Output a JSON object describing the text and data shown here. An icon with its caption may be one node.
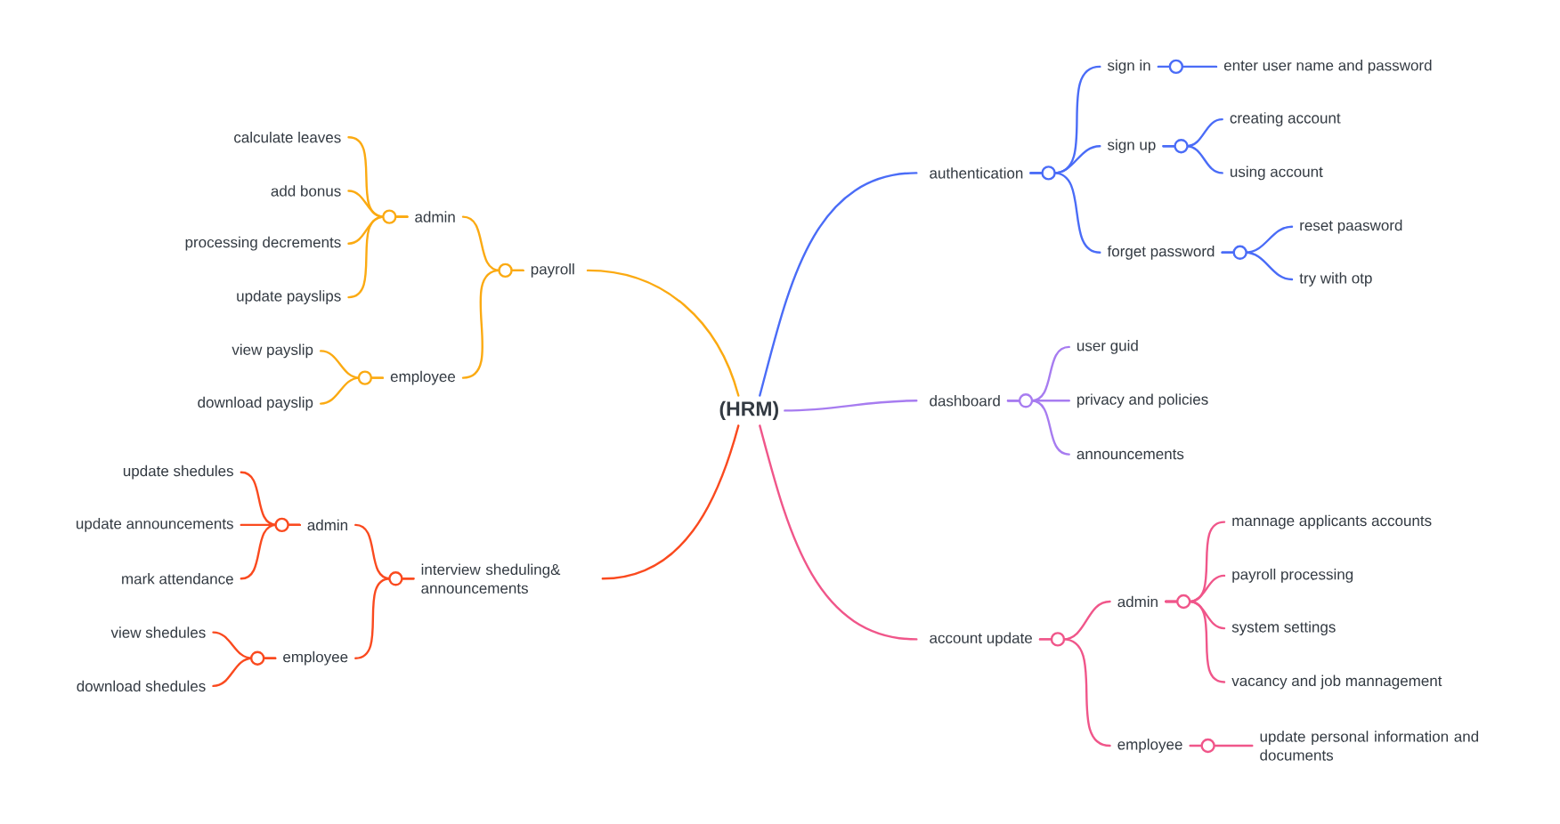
{
  "diagram": {
    "nodes": [
      {
        "text": [
          "(HRM)"
        ]
      },
      {
        "text": [
          "authentication"
        ]
      },
      {
        "text": [
          "sign in"
        ]
      },
      {
        "text": [
          "enter user name and password"
        ]
      },
      {
        "text": [
          "sign up"
        ]
      },
      {
        "text": [
          "creating account"
        ]
      },
      {
        "text": [
          "using account"
        ]
      },
      {
        "text": [
          "forget password"
        ]
      },
      {
        "text": [
          "reset paasword"
        ]
      },
      {
        "text": [
          "try with otp"
        ]
      },
      {
        "text": [
          "dashboard"
        ]
      },
      {
        "text": [
          "user guid"
        ]
      },
      {
        "text": [
          "privacy and policies"
        ]
      },
      {
        "text": [
          "announcements"
        ]
      },
      {
        "text": [
          "account update"
        ]
      },
      {
        "text": [
          "admin"
        ]
      },
      {
        "text": [
          "mannage applicants accounts"
        ]
      },
      {
        "text": [
          "payroll processing"
        ]
      },
      {
        "text": [
          "system settings"
        ]
      },
      {
        "text": [
          "vacancy and job mannagement"
        ]
      },
      {
        "text": [
          "employee"
        ]
      },
      {
        "text": [
          "update personal information and documents"
        ]
      },
      {
        "text": [
          "payroll"
        ]
      },
      {
        "text": [
          "admin"
        ]
      },
      {
        "text": [
          "calculate leaves"
        ]
      },
      {
        "text": [
          "add bonus"
        ]
      },
      {
        "text": [
          "processing decrements"
        ]
      },
      {
        "text": [
          "update payslips"
        ]
      },
      {
        "text": [
          "employee"
        ]
      },
      {
        "text": [
          "view payslip"
        ]
      },
      {
        "text": [
          "download payslip"
        ]
      },
      {
        "text": [
          "interview sheduling& announcements"
        ]
      },
      {
        "text": [
          "admin"
        ]
      },
      {
        "text": [
          "update shedules"
        ]
      },
      {
        "text": [
          "update announcements"
        ]
      },
      {
        "text": [
          "mark attendance"
        ]
      },
      {
        "text": [
          "employee"
        ]
      },
      {
        "text": [
          "view shedules"
        ]
      },
      {
        "text": [
          "download shedules"
        ]
      }
    ],
    "edges": [
      {
        "from": 0,
        "to": 1,
        "arrow": "none",
        "color": "#4a6cf7"
      },
      {
        "from": 1,
        "to": 2,
        "arrow": "none",
        "color": "#4a6cf7"
      },
      {
        "from": 2,
        "to": 3,
        "arrow": "none",
        "color": "#4a6cf7"
      },
      {
        "from": 1,
        "to": 4,
        "arrow": "none",
        "color": "#4a6cf7"
      },
      {
        "from": 4,
        "to": 5,
        "arrow": "none",
        "color": "#4a6cf7"
      },
      {
        "from": 4,
        "to": 6,
        "arrow": "none",
        "color": "#4a6cf7"
      },
      {
        "from": 1,
        "to": 7,
        "arrow": "none",
        "color": "#4a6cf7"
      },
      {
        "from": 7,
        "to": 8,
        "arrow": "none",
        "color": "#4a6cf7"
      },
      {
        "from": 7,
        "to": 9,
        "arrow": "none",
        "color": "#4a6cf7"
      },
      {
        "from": 0,
        "to": 10,
        "arrow": "none",
        "color": "#a77cf0"
      },
      {
        "from": 10,
        "to": 11,
        "arrow": "none",
        "color": "#a77cf0"
      },
      {
        "from": 10,
        "to": 12,
        "arrow": "none",
        "color": "#a77cf0"
      },
      {
        "from": 10,
        "to": 13,
        "arrow": "none",
        "color": "#a77cf0"
      },
      {
        "from": 0,
        "to": 14,
        "arrow": "none",
        "color": "#f0568a"
      },
      {
        "from": 14,
        "to": 15,
        "arrow": "none",
        "color": "#f0568a"
      },
      {
        "from": 15,
        "to": 16,
        "arrow": "none",
        "color": "#f0568a"
      },
      {
        "from": 15,
        "to": 17,
        "arrow": "none",
        "color": "#f0568a"
      },
      {
        "from": 15,
        "to": 18,
        "arrow": "none",
        "color": "#f0568a"
      },
      {
        "from": 15,
        "to": 19,
        "arrow": "none",
        "color": "#f0568a"
      },
      {
        "from": 14,
        "to": 20,
        "arrow": "none",
        "color": "#f0568a"
      },
      {
        "from": 20,
        "to": 21,
        "arrow": "none",
        "color": "#f0568a"
      },
      {
        "from": 0,
        "to": 22,
        "arrow": "none",
        "color": "#fbaa12"
      },
      {
        "from": 22,
        "to": 23,
        "arrow": "none",
        "color": "#fbaa12"
      },
      {
        "from": 23,
        "to": 24,
        "arrow": "none",
        "color": "#fbaa12"
      },
      {
        "from": 23,
        "to": 25,
        "arrow": "none",
        "color": "#fbaa12"
      },
      {
        "from": 23,
        "to": 26,
        "arrow": "none",
        "color": "#fbaa12"
      },
      {
        "from": 23,
        "to": 27,
        "arrow": "none",
        "color": "#fbaa12"
      },
      {
        "from": 22,
        "to": 28,
        "arrow": "none",
        "color": "#fbaa12"
      },
      {
        "from": 28,
        "to": 29,
        "arrow": "none",
        "color": "#fbaa12"
      },
      {
        "from": 28,
        "to": 30,
        "arrow": "none",
        "color": "#fbaa12"
      },
      {
        "from": 0,
        "to": 31,
        "arrow": "none",
        "color": "#fa4a1f"
      },
      {
        "from": 31,
        "to": 32,
        "arrow": "none",
        "color": "#fa4a1f"
      },
      {
        "from": 32,
        "to": 33,
        "arrow": "none",
        "color": "#fa4a1f"
      },
      {
        "from": 32,
        "to": 34,
        "arrow": "none",
        "color": "#fa4a1f"
      },
      {
        "from": 32,
        "to": 35,
        "arrow": "none",
        "color": "#fa4a1f"
      },
      {
        "from": 31,
        "to": 36,
        "arrow": "none",
        "color": "#fa4a1f"
      },
      {
        "from": 36,
        "to": 37,
        "arrow": "none",
        "color": "#fa4a1f"
      },
      {
        "from": 36,
        "to": 38,
        "arrow": "none",
        "color": "#fa4a1f"
      }
    ]
  }
}
